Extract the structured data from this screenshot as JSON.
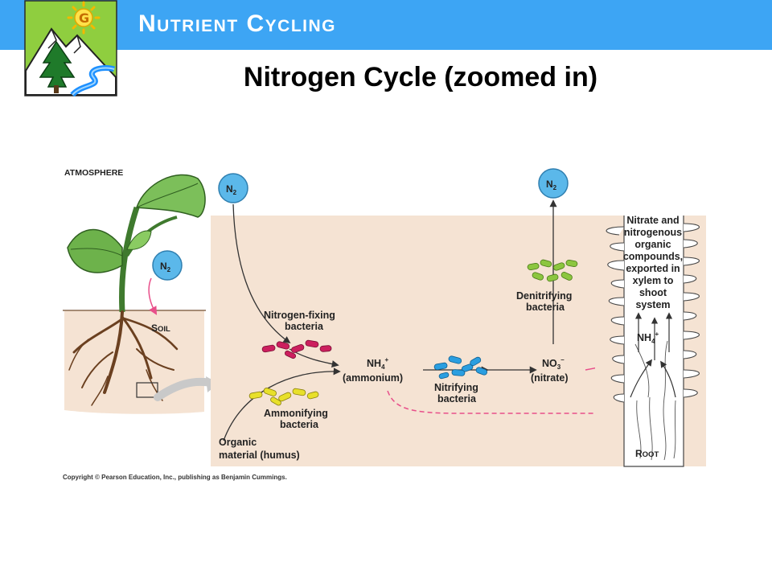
{
  "header": {
    "section_title": "Nutrient Cycling",
    "accent_color": "#3da5f4"
  },
  "logo": {
    "icon": "mountain-tree-river-logo",
    "letter": "G"
  },
  "slide": {
    "title": "Nitrogen Cycle (zoomed in)"
  },
  "diagram": {
    "atmosphere_label": "Atmosphere",
    "soil_label": "Soil",
    "root_label": "Root",
    "n2": {
      "base": "N",
      "sub": "2"
    },
    "labels": {
      "nitrogen_fixing": [
        "Nitrogen-fixing",
        "bacteria"
      ],
      "ammonifying": [
        "Ammonifying",
        "bacteria"
      ],
      "organic": [
        "Organic",
        "material (humus)"
      ],
      "ammonium": {
        "formula_base": "NH",
        "formula_sub": "4",
        "formula_sup": "+",
        "name": "(ammonium)"
      },
      "nitrifying": [
        "Nitrifying",
        "bacteria"
      ],
      "nitrate": {
        "formula_base": "NO",
        "formula_sub": "3",
        "formula_sup": "–",
        "name": "(nitrate)"
      },
      "denitrifying": [
        "Denitrifying",
        "bacteria"
      ],
      "exported": [
        "Nitrate and",
        "nitrogenous",
        "organic",
        "compounds,",
        "exported in",
        "xylem to",
        "shoot",
        "system"
      ],
      "nh4_root": {
        "base": "NH",
        "sub": "4",
        "sup": "+"
      }
    },
    "colors": {
      "soil_bg": "#f5e3d3",
      "n2_bubble": "#5bb8ea",
      "nitrogen_fixing_bacteria": "#cc1f5e",
      "ammonifying_bacteria": "#e8e02a",
      "nitrifying_bacteria": "#2a9ee0",
      "denitrifying_bacteria": "#8cc63f",
      "pink_arrow": "#e84f8a"
    },
    "copyright": "Copyright © Pearson Education, Inc., publishing as Benjamin Cummings."
  }
}
